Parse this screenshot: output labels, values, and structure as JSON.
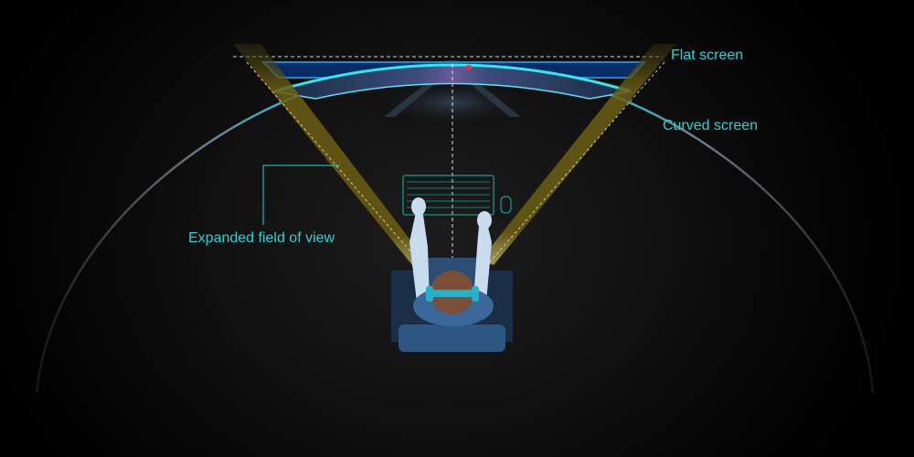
{
  "diagram": {
    "labels": {
      "flat_screen": "Flat screen",
      "curved_screen": "Curved screen",
      "expanded_fov": "Expanded field of view"
    },
    "colors": {
      "background": "#000000",
      "label_text": "#2ad2d0",
      "curve_accent": "#33e6f0",
      "fov_beam": "#6b5e12",
      "flat_screen_fill": "#0a2b66",
      "person_skin": "#c9dcef",
      "headset": "#27b1c9",
      "chair": "#2c4d74"
    },
    "elements": [
      "flat-screen-outline",
      "curved-monitor",
      "field-of-view-beams",
      "keyboard",
      "mouse",
      "user-top-view",
      "chair",
      "curved-arc-guide"
    ]
  }
}
